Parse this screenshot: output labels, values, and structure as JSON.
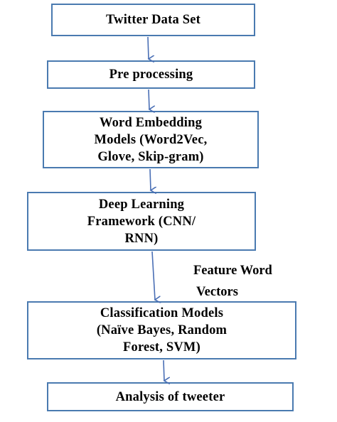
{
  "boxes": [
    {
      "id": "b1",
      "label": "Twitter Data Set"
    },
    {
      "id": "b2",
      "label": "Pre processing"
    },
    {
      "id": "b3",
      "label": "Word Embedding\nModels (Word2Vec,\nGlove, Skip-gram)"
    },
    {
      "id": "b4",
      "label": "Deep Learning\nFramework (CNN/\nRNN)"
    },
    {
      "id": "b5",
      "label": "Classification Models\n(Naïve Bayes, Random\nForest, SVM)"
    },
    {
      "id": "b6",
      "label": "Analysis of tweeter"
    }
  ],
  "edge_labels": {
    "feature_line1": "Feature Word",
    "feature_line2": "Vectors"
  },
  "colors": {
    "box_border": "#4a7ab0",
    "arrow": "#4a6fb5",
    "text": "#000000"
  }
}
